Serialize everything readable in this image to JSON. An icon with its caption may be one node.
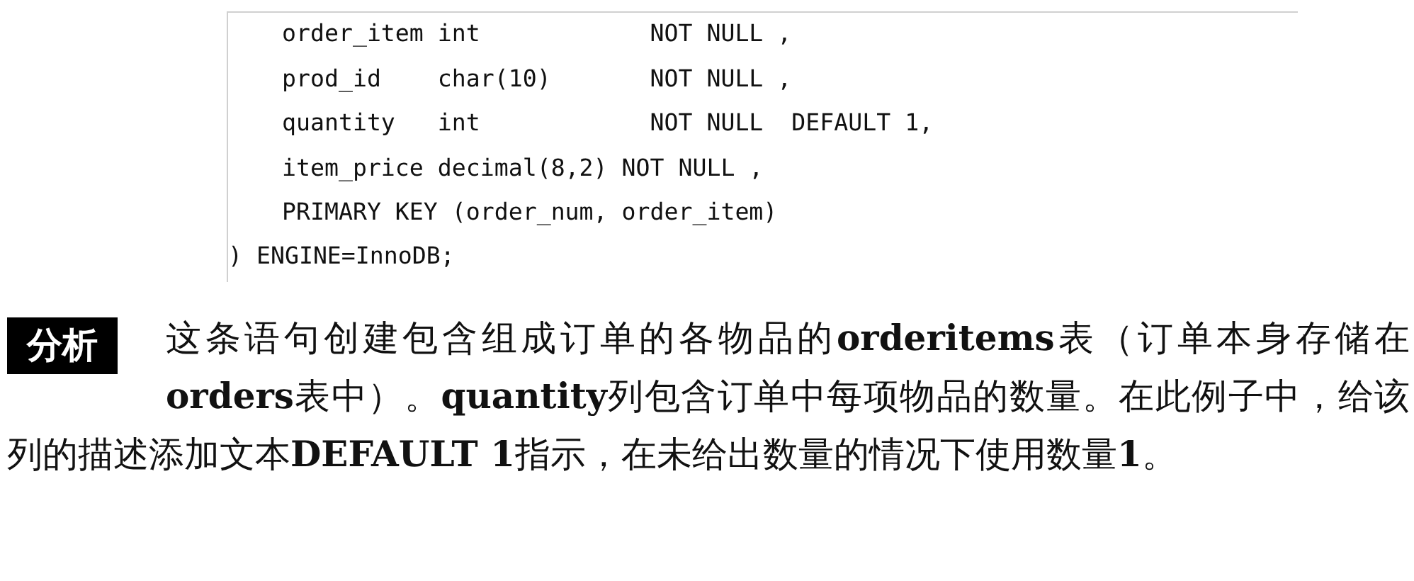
{
  "diagram": {
    "nodes": [
      {
        "text": [
          "分析"
        ]
      }
    ],
    "labels": [
      "order_item int            NOT NULL ,",
      "prod_id    char(10)       NOT NULL ,",
      "quantity   int            NOT NULL  DEFAULT 1,",
      "item_price decimal(8,2) NOT NULL ,",
      "PRIMARY KEY (order_num, order_item)",
      ") ENGINE=InnoDB;",
      "这条语句创建包含组成订单的各物品的**orderitems**表（订单本身存储在**orders**表中）。**quantity**列包含订单中每项物品的数量。在此例子中，给该列的描述添加文本**DEFAULT 1**指示，在未给出数量的情况下使用数量**1**。"
    ]
  }
}
